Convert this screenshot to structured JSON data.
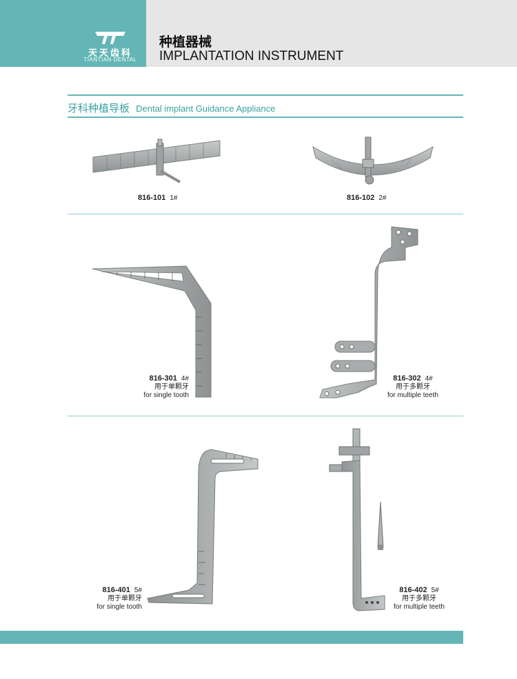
{
  "brand": {
    "name_cn": "天天齿科",
    "name_en": "TIANTIAN DENTAL"
  },
  "header": {
    "title_cn": "种植器械",
    "title_en": "IMPLANTATION INSTRUMENT"
  },
  "section": {
    "title_cn": "牙科种植导板",
    "title_en": "Dental implant Guidance Appliance"
  },
  "products": [
    {
      "code": "816-101",
      "num": "1#",
      "use_cn": "",
      "use_en": ""
    },
    {
      "code": "816-102",
      "num": "2#",
      "use_cn": "",
      "use_en": ""
    },
    {
      "code": "816-301",
      "num": "4#",
      "use_cn": "用于单颗牙",
      "use_en": "for single tooth"
    },
    {
      "code": "816-302",
      "num": "4#",
      "use_cn": "用于多颗牙",
      "use_en": "for multiple teeth"
    },
    {
      "code": "816-401",
      "num": "5#",
      "use_cn": "用于单颗牙",
      "use_en": "for single tooth"
    },
    {
      "code": "816-402",
      "num": "5#",
      "use_cn": "用于多颗牙",
      "use_en": "for multiple teeth"
    }
  ],
  "colors": {
    "accent": "#63b6b5",
    "header_bg": "#e6e6e6",
    "steel": "#a9acac"
  },
  "icons": {
    "logo": "tooth-logo-icon"
  }
}
